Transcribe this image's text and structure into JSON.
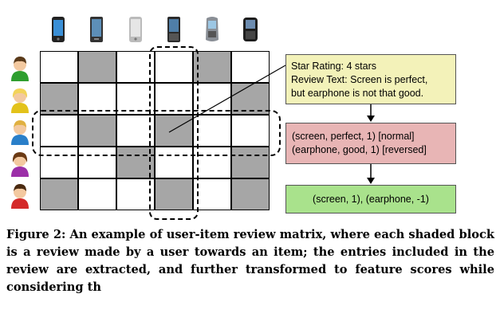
{
  "review_box": {
    "star_rating": "Star Rating: 4 stars",
    "review_line1": "Review Text: Screen is perfect,",
    "review_line2": "but earphone is not that good."
  },
  "tuple_box": {
    "line1": "(screen, perfect, 1) [normal]",
    "line2": "(earphone, good, 1) [reversed]"
  },
  "score_box": {
    "text": "(screen, 1), (earphone, -1)"
  },
  "caption": {
    "text": "Figure 2: An example of user-item review matrix, where each shaded block is a review made by a user towards an item; the entries included in the review are extracted, and further transformed to feature scores while considering th"
  },
  "colors": {
    "shade": "#a6a6a6",
    "review_fill": "#f3f2b9",
    "tuple_fill": "#e8b5b5",
    "score_fill": "#a9e28c"
  },
  "icons": {
    "items": [
      "smartphone-icon",
      "smartphone-icon",
      "smartphone-icon",
      "smartphone-icon",
      "flip-phone-icon",
      "blackberry-icon"
    ],
    "users": [
      "user-green-icon",
      "user-yellow-icon",
      "user-blue-icon",
      "user-purple-icon",
      "user-red-icon"
    ]
  },
  "matrix": {
    "rows": 5,
    "cols": 6,
    "shaded": [
      [
        0,
        1
      ],
      [
        0,
        4
      ],
      [
        1,
        0
      ],
      [
        1,
        5
      ],
      [
        2,
        1
      ],
      [
        2,
        3
      ],
      [
        3,
        2
      ],
      [
        3,
        5
      ],
      [
        4,
        0
      ],
      [
        4,
        3
      ],
      [
        4,
        5
      ]
    ]
  }
}
